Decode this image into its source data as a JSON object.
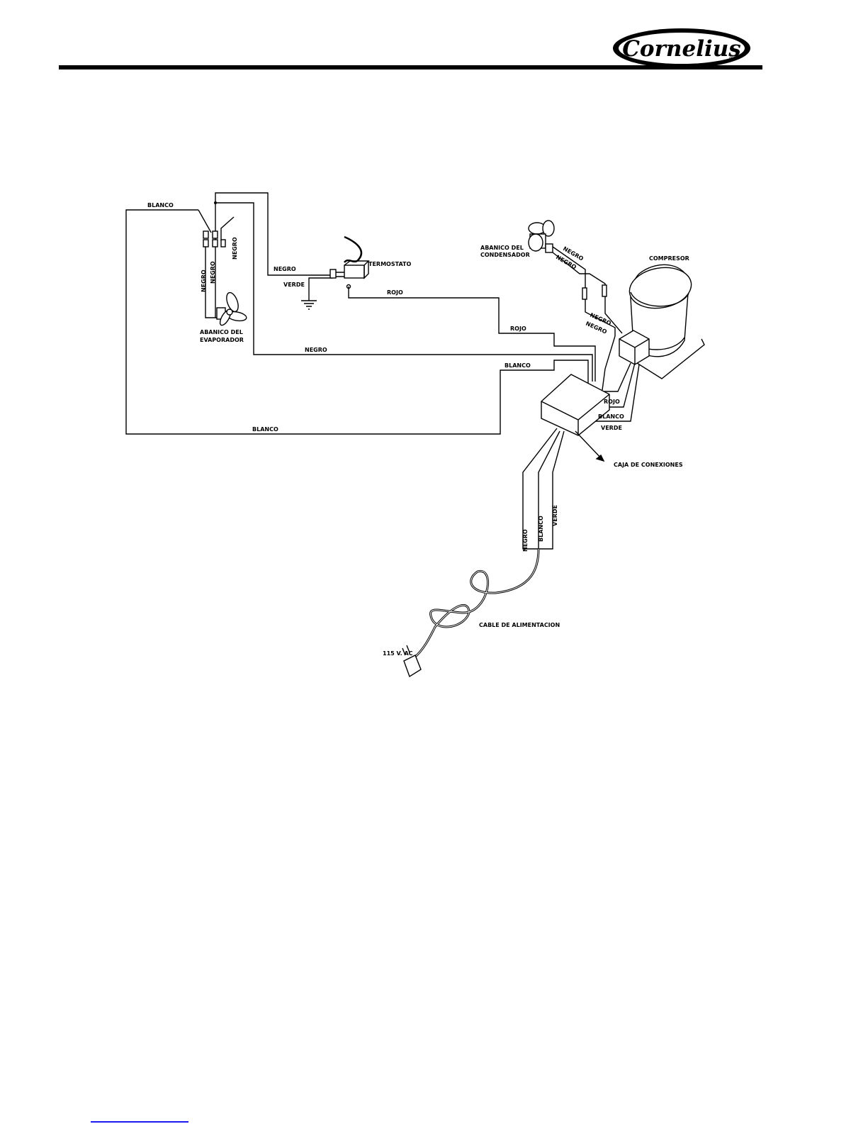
{
  "header": {
    "brand": "Cornelius",
    "brand_mark": "®"
  },
  "diagram": {
    "labels": {
      "blanco_top": "BLANCO",
      "negro_vert_1": "NEGRO",
      "negro_vert_2": "NEGRO",
      "negro_vert_3": "NEGRO",
      "abanico_evap_1": "ABANICO DEL",
      "abanico_evap_2": "EVAPORADOR",
      "negro_thermo": "NEGRO",
      "verde_thermo": "VERDE",
      "termostato": "TERMOSTATO",
      "rojo_1": "ROJO",
      "rojo_2": "ROJO",
      "negro_long": "NEGRO",
      "blanco_mid": "BLANCO",
      "blanco_bottom": "BLANCO",
      "abanico_cond_1": "ABANICO DEL",
      "abanico_cond_2": "CONDENSADOR",
      "negro_cond_1": "NEGRO",
      "negro_cond_2": "NEGRO",
      "compresor": "COMPRESOR",
      "negro_comp_1": "NEGRO",
      "negro_comp_2": "NEGRO",
      "rojo_comp": "ROJO",
      "blanco_comp": "BLANCO",
      "verde_comp": "VERDE",
      "caja": "CAJA DE CONEXIONES",
      "cord_negro": "NEGRO",
      "cord_blanco": "BLANCO",
      "cord_verde": "VERDE",
      "cable": "CABLE DE ALIMENTACION",
      "voltage": "115 V. AC"
    }
  }
}
